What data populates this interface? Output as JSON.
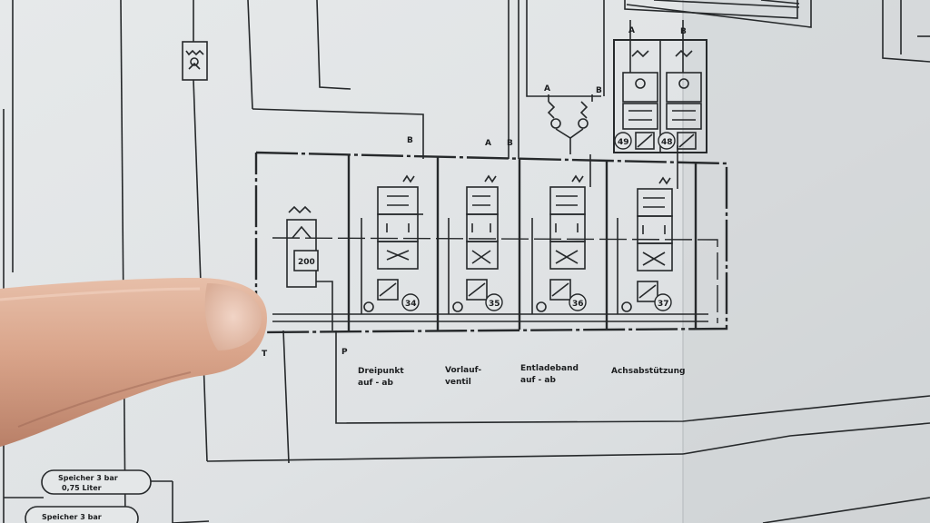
{
  "diagram": {
    "tank_port": "T",
    "pressure_port": "P",
    "relief_setting": "200",
    "valves": [
      {
        "number": "34",
        "caption_line1": "Dreipunkt",
        "caption_line2": "auf - ab",
        "port_a": "",
        "port_b": "B"
      },
      {
        "number": "35",
        "caption_line1": "Vorlauf-",
        "caption_line2": "ventil",
        "port_a": "A",
        "port_b": "B"
      },
      {
        "number": "36",
        "caption_line1": "Entladeband",
        "caption_line2": "auf - ab",
        "port_a": "",
        "port_b": ""
      },
      {
        "number": "37",
        "caption_line1": "Achsabstützung",
        "caption_line2": "",
        "port_a": "",
        "port_b": ""
      }
    ],
    "pilot_valves": [
      {
        "number": "49",
        "port": "A"
      },
      {
        "number": "48",
        "port": "B"
      }
    ],
    "shuttle_ports": {
      "a": "A",
      "b": "B"
    },
    "accumulators": [
      {
        "line1": "Speicher 3 bar",
        "line2": "0,75 Liter"
      },
      {
        "line1": "Speicher 3 bar",
        "line2": ""
      }
    ]
  }
}
